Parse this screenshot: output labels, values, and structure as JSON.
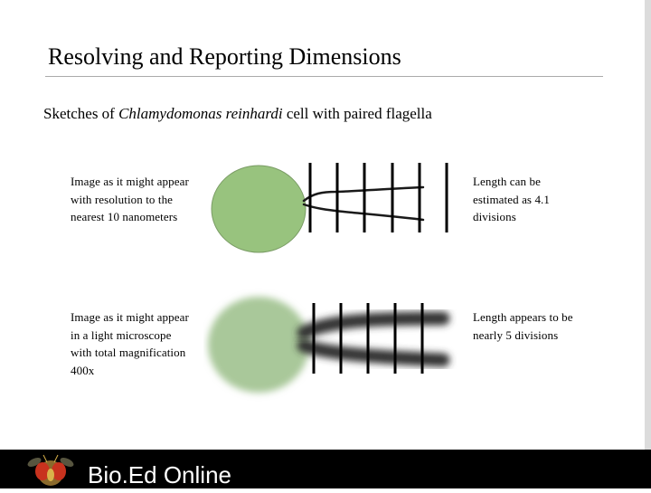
{
  "slide": {
    "title": "Resolving and Reporting Dimensions",
    "subtitle": {
      "prefix": "Sketches of ",
      "species": "Chlamydomonas reinhardi",
      "suffix": " cell with paired flagella"
    }
  },
  "rows": [
    {
      "left_caption": "Image as it might appear with resolution to the nearest 10 nanometers",
      "right_caption": "Length can be estimated as 4.1 divisions"
    },
    {
      "left_caption": "Image as it might appear in a light microscope with total magnification 400x",
      "right_caption": "Length appears to be nearly 5 divisions"
    }
  ],
  "colors": {
    "cell_sharp": "#98c37e",
    "cell_blurred": "#a9c89a",
    "background": "#ffffff",
    "footer": "#000000"
  },
  "icons": {
    "logo": "fruit-fly-icon"
  },
  "footer": {
    "brand": "Bio.Ed Online"
  }
}
